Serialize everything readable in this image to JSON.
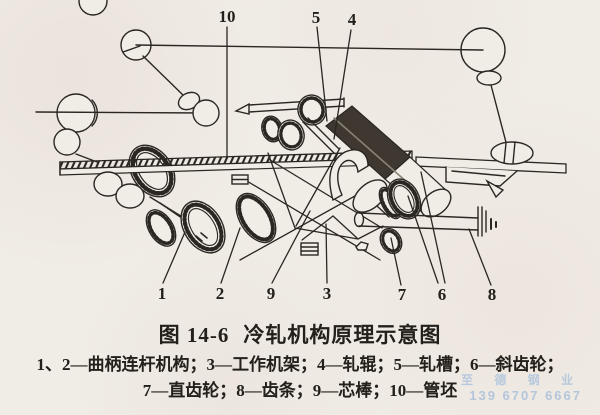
{
  "figure": {
    "number": "图 14-6",
    "title": "冷轧机构原理示意图",
    "legend_line1": "1、2—曲柄连杆机构；3—工作机架；4—轧辊；5—轧槽；6—斜齿轮；",
    "legend_line2": "7—直齿轮；8—齿条；9—芯棒；10—管坯",
    "parts": [
      {
        "num": "1、2",
        "name": "曲柄连杆机构"
      },
      {
        "num": "3",
        "name": "工作机架"
      },
      {
        "num": "4",
        "name": "轧辊"
      },
      {
        "num": "5",
        "name": "轧槽"
      },
      {
        "num": "6",
        "name": "斜齿轮"
      },
      {
        "num": "7",
        "name": "直齿轮"
      },
      {
        "num": "8",
        "name": "齿条"
      },
      {
        "num": "9",
        "name": "芯棒"
      },
      {
        "num": "10",
        "name": "管坯"
      }
    ]
  },
  "callouts": {
    "top": [
      {
        "label": "10"
      },
      {
        "label": "5"
      },
      {
        "label": "4"
      }
    ],
    "bottom": [
      {
        "label": "1"
      },
      {
        "label": "2"
      },
      {
        "label": "9"
      },
      {
        "label": "3"
      },
      {
        "label": "7"
      },
      {
        "label": "6"
      },
      {
        "label": "8"
      }
    ]
  },
  "watermark": {
    "company": "至 德 钢 业",
    "phone": "139 6707 6667",
    "color": "#9db8d8"
  },
  "colors": {
    "paper": "#f0ede6",
    "ink": "#2b2621",
    "roll_dark": "#3f3831",
    "watermark_blue": "#9db8d8"
  }
}
